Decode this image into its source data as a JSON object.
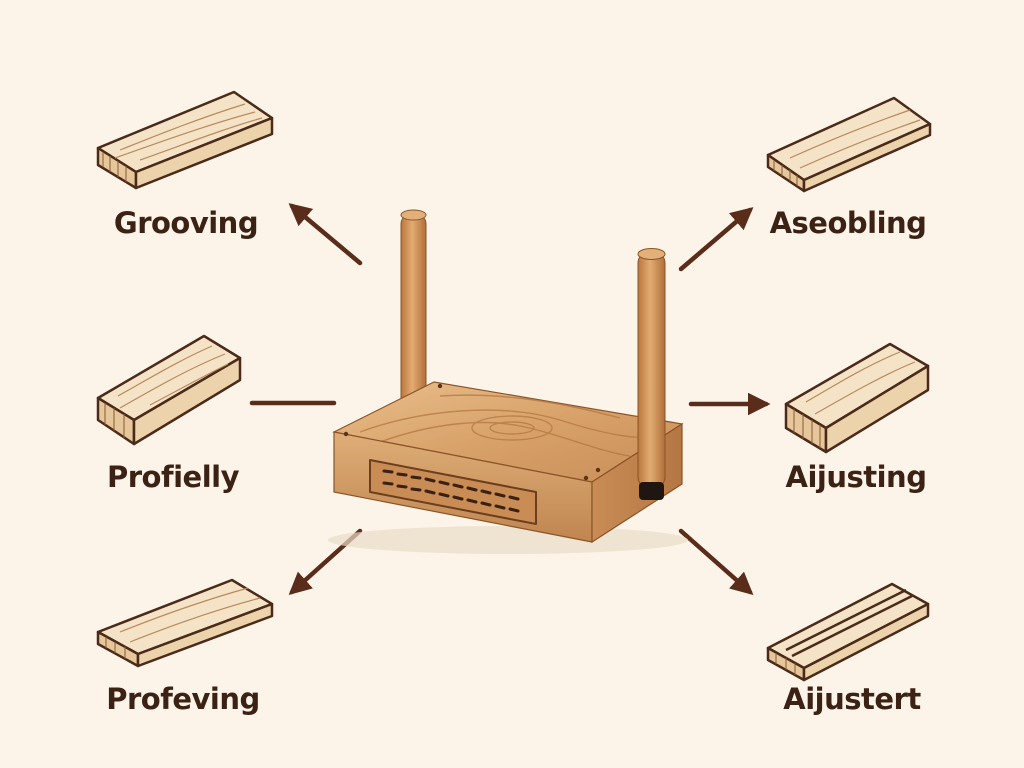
{
  "nodes": [
    {
      "id": "top-left",
      "label": "Grooving"
    },
    {
      "id": "top-right",
      "label": "Aseobling"
    },
    {
      "id": "middle-left",
      "label": "Profielly"
    },
    {
      "id": "middle-right",
      "label": "Aijusting"
    },
    {
      "id": "bottom-left",
      "label": "Profeving"
    },
    {
      "id": "bottom-right",
      "label": "Aijustert"
    }
  ],
  "center": {
    "icon": "wooden-router-icon"
  },
  "colors": {
    "background": "#fcf4e8",
    "text": "#3b2214",
    "arrow": "#5a2d1a",
    "wood_light": "#f3dcbc",
    "wood_mid": "#d9a874",
    "wood_dark": "#a86b3c",
    "outline": "#4a2a18"
  }
}
